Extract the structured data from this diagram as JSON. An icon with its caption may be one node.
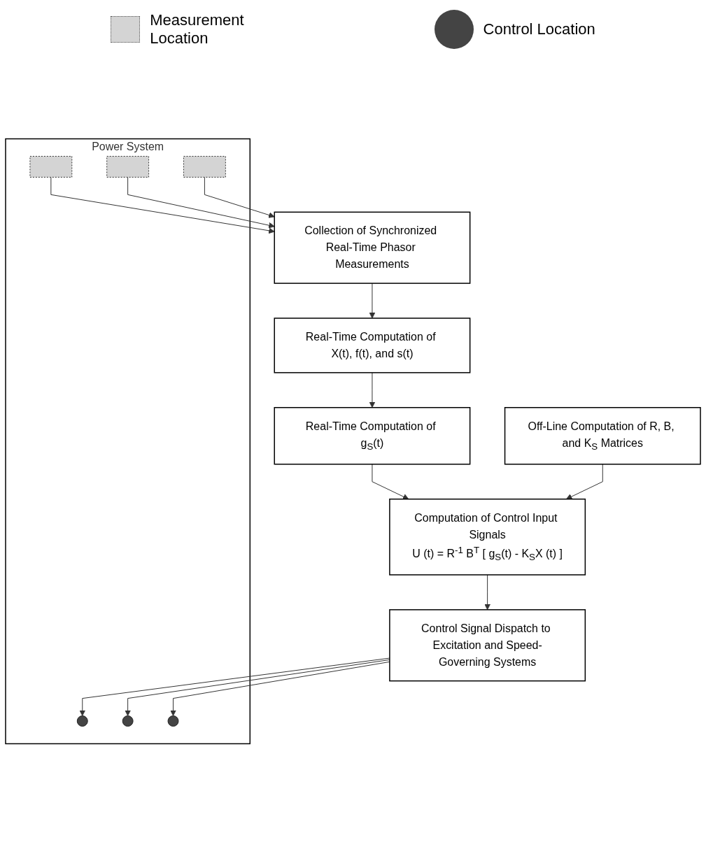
{
  "diagram": {
    "nodes": [
      {
        "text": [
          "Power System"
        ]
      },
      {
        "text": [],
        "shape": "box",
        "in": 0
      },
      {
        "text": [],
        "shape": "circle",
        "in": 0
      },
      {
        "text": [],
        "shape": "box",
        "in": 0
      },
      {
        "text": [],
        "shape": "circle",
        "in": 0
      },
      {
        "text": [],
        "shape": "box",
        "in": 0
      },
      {
        "text": [],
        "shape": "circle",
        "in": 0
      },
      {
        "text": [
          "Collection of Synchronized Real-Time Phasor Measurements"
        ]
      },
      {
        "text": [
          "Control Signal Dispatch to Excitation and Speed-Governing Systems"
        ]
      },
      {
        "text": [
          "Real-Time Computation of X(t), f(t), and s(t)"
        ]
      },
      {
        "text": [
          "Real-Time Computation of g$_{S}$(t)"
        ]
      },
      {
        "text": [
          "Off-Line Computation of R, B, and K$_{S}$ Matrices"
        ]
      },
      {
        "text": [
          "Computation of Control Input Signals",
          "U (t) = R$^{-1}$ B$^{T}$ [ g$_{S}$(t) - K$_{S}$X (t) ]"
        ]
      }
    ],
    "edges": [
      {
        "from": 1,
        "to": 7,
        "arrow": "to"
      },
      {
        "from": 3,
        "to": 7,
        "arrow": "to"
      },
      {
        "from": 5,
        "to": 7,
        "arrow": "to"
      },
      {
        "from": 8,
        "to": 2,
        "arrow": "to"
      },
      {
        "from": 8,
        "to": 4,
        "arrow": "to"
      },
      {
        "from": 8,
        "to": 6,
        "arrow": "to"
      },
      {
        "from": 7,
        "to": 9,
        "arrow": "to"
      },
      {
        "from": 9,
        "to": 10,
        "arrow": "to"
      },
      {
        "from": 10,
        "to": 12,
        "arrow": "to"
      },
      {
        "from": 11,
        "to": 12,
        "arrow": "to"
      },
      {
        "from": 12,
        "to": 8,
        "arrow": "to"
      }
    ],
    "legend": [
      {
        "text": "Measurement Location"
      },
      {
        "text": "Control Location"
      }
    ]
  }
}
